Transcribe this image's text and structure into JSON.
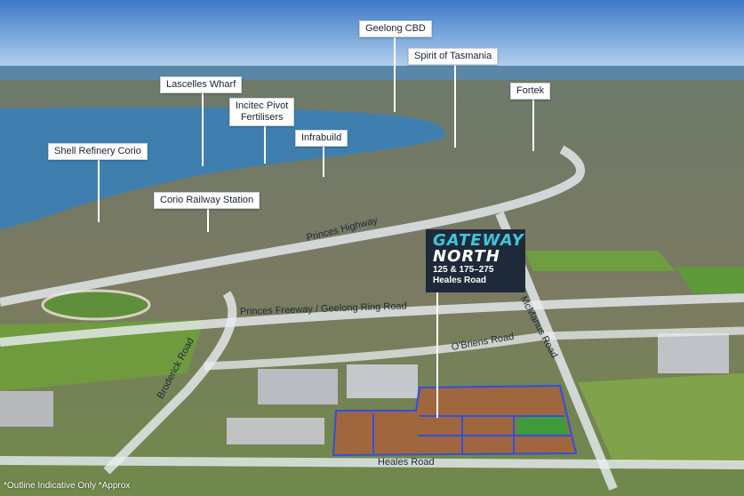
{
  "brand": {
    "title_line1": "GATEWAY",
    "title_line2": "NORTH",
    "address_line1": "125 & 175–275",
    "address_line2": "Heales Road",
    "accent_color": "#3fc6d8",
    "panel_color": "#1e2a3a"
  },
  "landmarks": {
    "geelong_cbd": "Geelong CBD",
    "spirit_of_tasmania": "Spirit of Tasmania",
    "lascelles_wharf": "Lascelles Wharf",
    "fortek": "Fortek",
    "incitec_line1": "Incitec Pivot",
    "incitec_line2": "Fertilisers",
    "infrabuild": "Infrabuild",
    "shell_refinery": "Shell Refinery Corio",
    "corio_station": "Corio Railway Station"
  },
  "roads": {
    "princes_highway": "Princes Highway",
    "princes_freeway": "Princes Freeway / Geelong Ring Road",
    "obriens_road": "O'Briens Road",
    "mcmanus_road": "McManus Road",
    "broderick_road": "Broderick Road",
    "heales_road": "Heales Road"
  },
  "disclaimer": "*Outline Indicative Only *Approx",
  "colors": {
    "site_outline": "#2f4fe0",
    "road_overlay": "#e9eef2",
    "water": "#3f7fb0",
    "sky": "#8fc0e6"
  }
}
